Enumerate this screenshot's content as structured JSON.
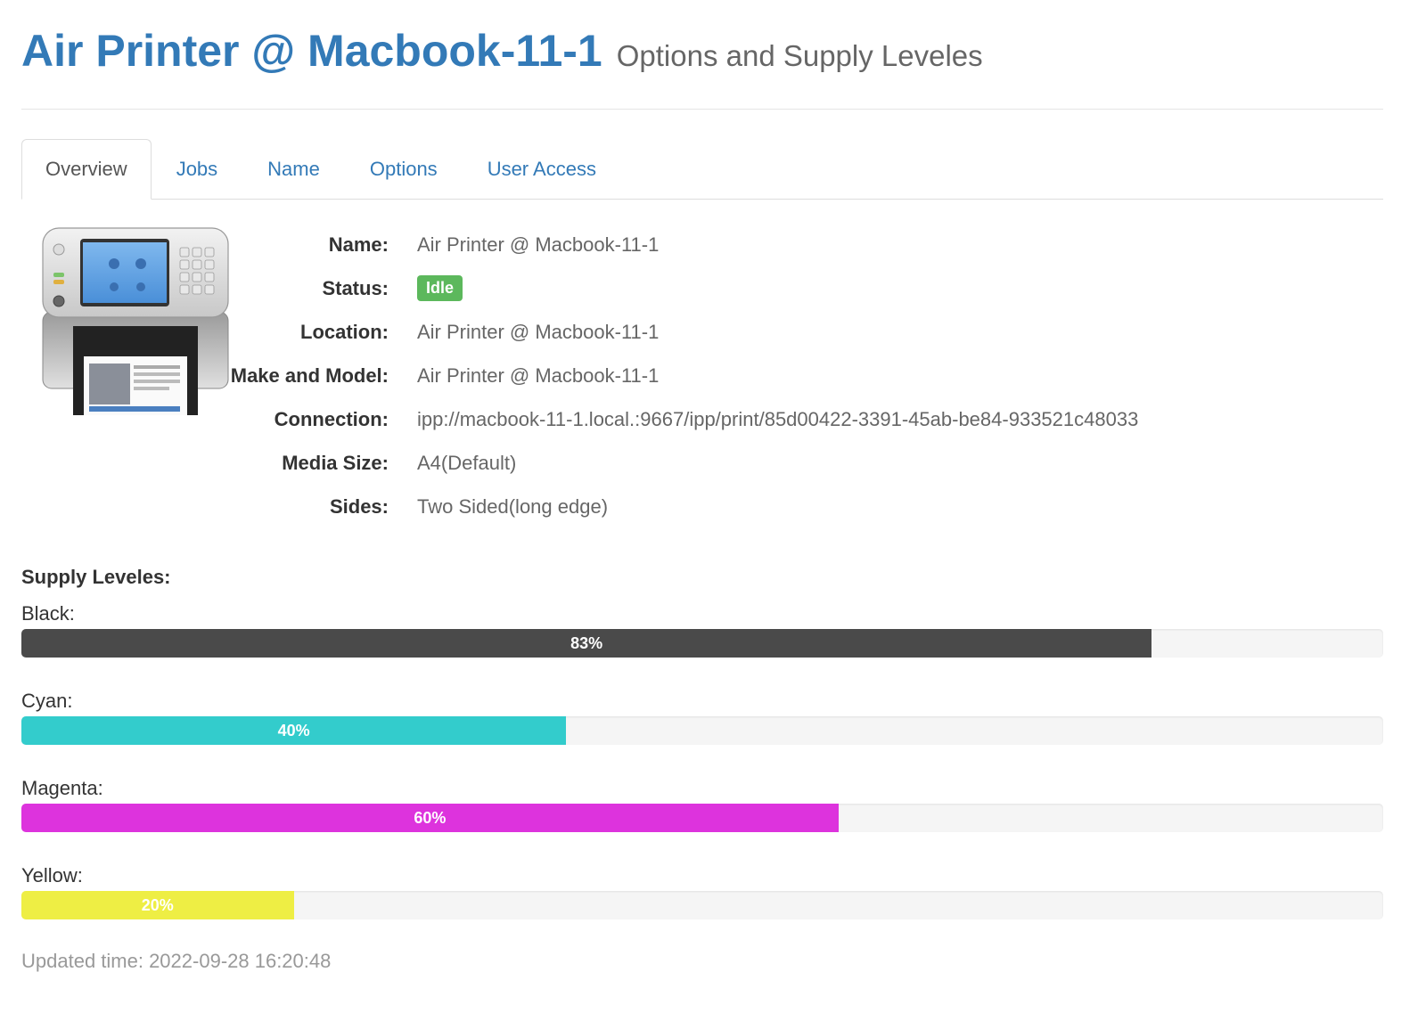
{
  "header": {
    "title": "Air Printer @ Macbook-11-1",
    "subtitle": "Options and Supply Leveles"
  },
  "tabs": [
    {
      "label": "Overview",
      "active": true
    },
    {
      "label": "Jobs",
      "active": false
    },
    {
      "label": "Name",
      "active": false
    },
    {
      "label": "Options",
      "active": false
    },
    {
      "label": "User Access",
      "active": false
    }
  ],
  "info": {
    "name_label": "Name:",
    "name_value": "Air Printer @ Macbook-11-1",
    "status_label": "Status:",
    "status_value": "Idle",
    "location_label": "Location:",
    "location_value": "Air Printer @ Macbook-11-1",
    "model_label": "Make and Model:",
    "model_value": "Air Printer @ Macbook-11-1",
    "connection_label": "Connection:",
    "connection_value": "ipp://macbook-11-1.local.:9667/ipp/print/85d00422-3391-45ab-be84-933521c48033",
    "media_label": "Media Size:",
    "media_value": "A4(Default)",
    "sides_label": "Sides:",
    "sides_value": "Two Sided(long edge)"
  },
  "supply": {
    "title": "Supply Leveles:",
    "items": [
      {
        "label": "Black:",
        "percent": 83,
        "percent_text": "83%",
        "color": "#4a4a4a"
      },
      {
        "label": "Cyan:",
        "percent": 40,
        "percent_text": "40%",
        "color": "#33cccc"
      },
      {
        "label": "Magenta:",
        "percent": 60,
        "percent_text": "60%",
        "color": "#dd33dd"
      },
      {
        "label": "Yellow:",
        "percent": 20,
        "percent_text": "20%",
        "color": "#eeee44"
      }
    ]
  },
  "updated": "Updated time: 2022-09-28 16:20:48",
  "colors": {
    "link": "#337ab7",
    "status_badge": "#5cb85c"
  },
  "icons": {
    "printer": "printer-icon"
  }
}
